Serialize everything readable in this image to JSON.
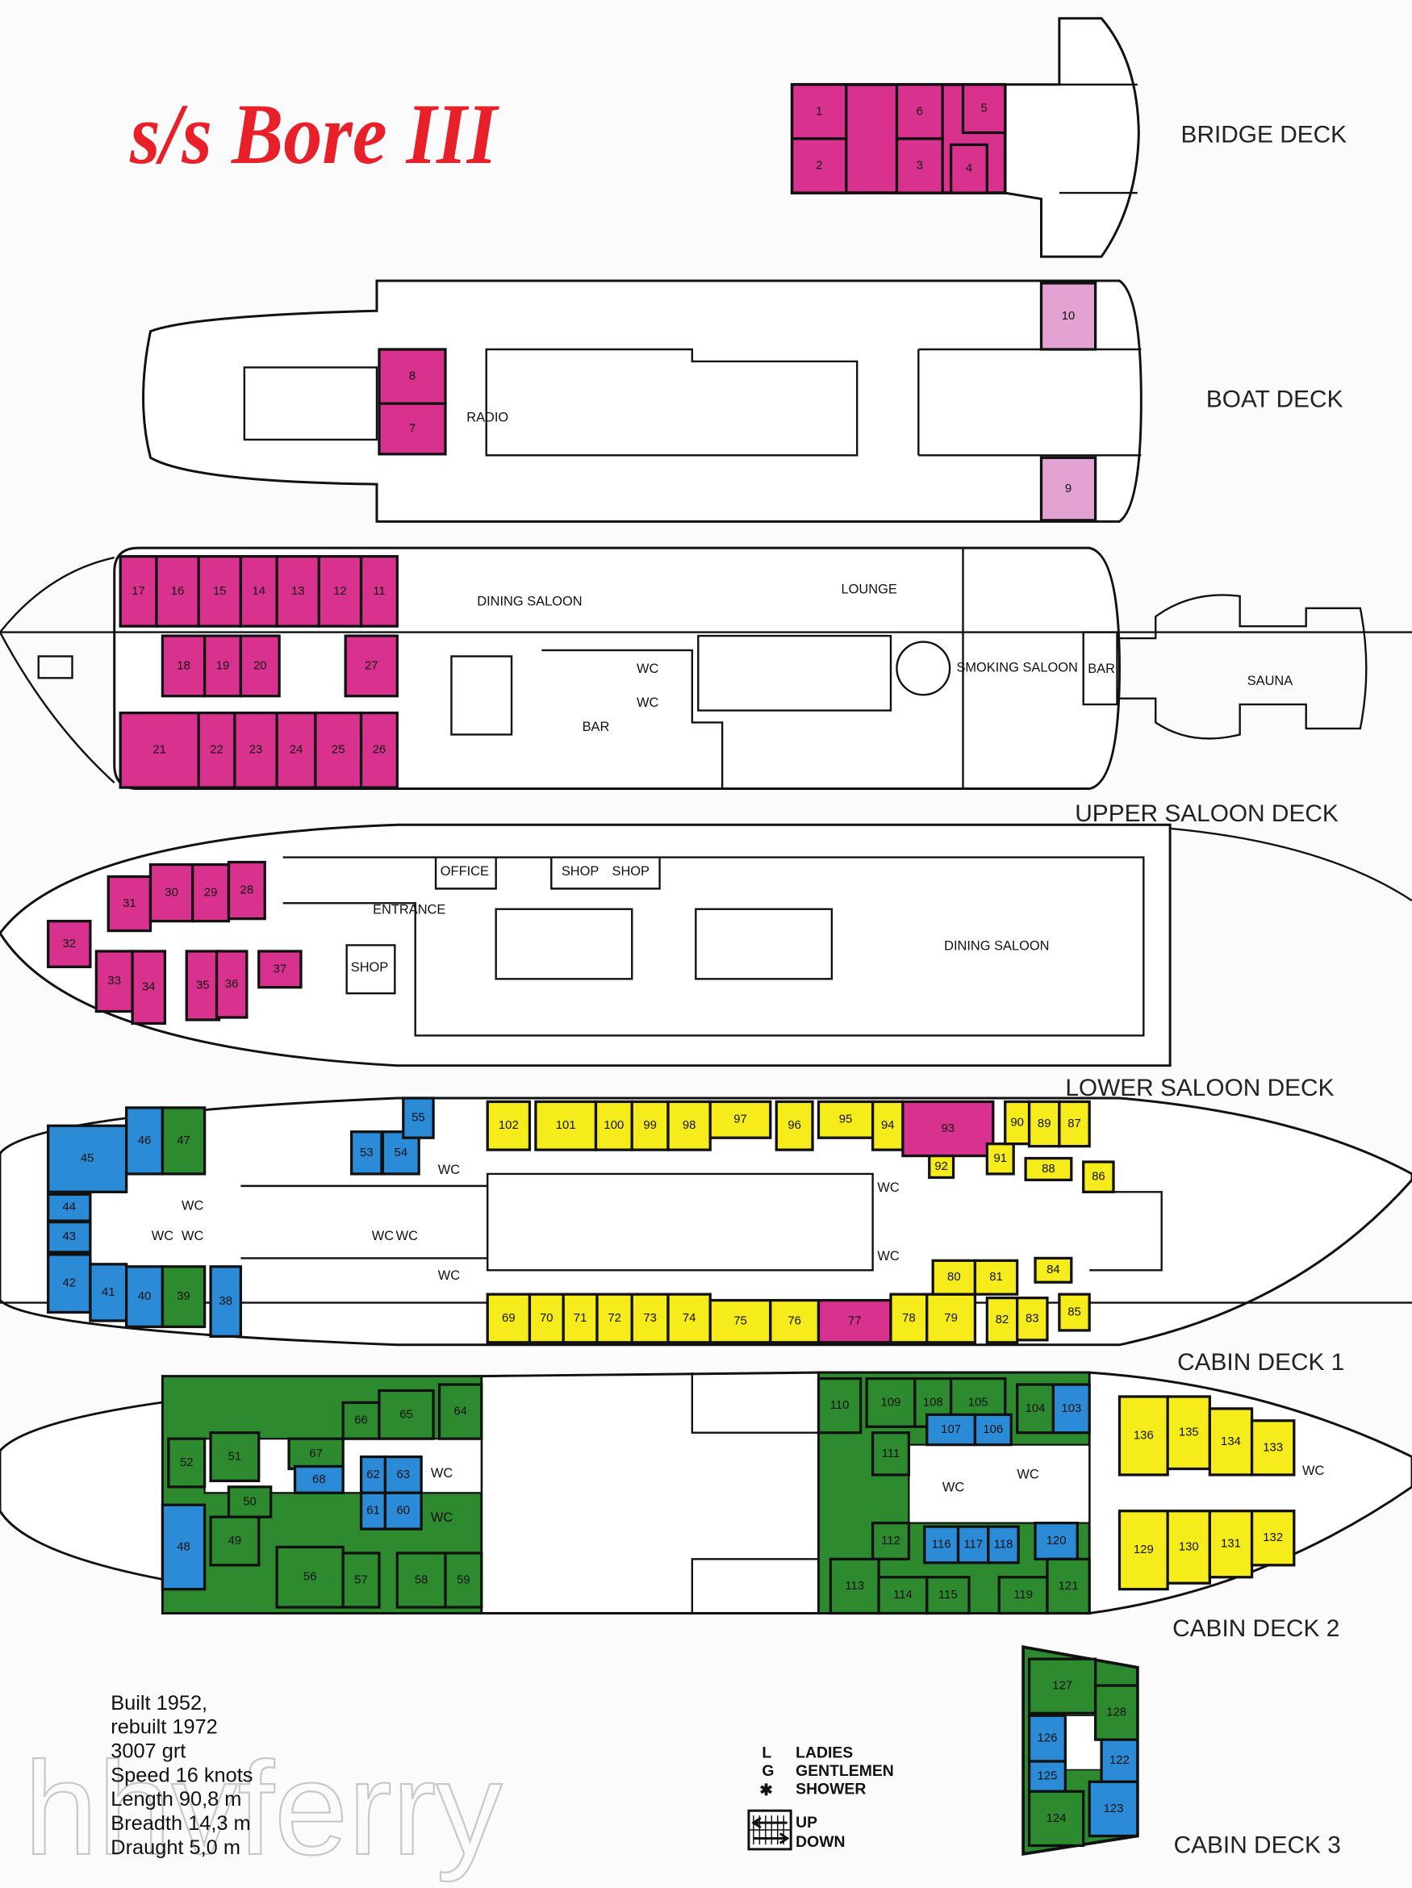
{
  "title": "s/s Bore III",
  "watermark": "hhvferry",
  "colors": {
    "magenta": "#d8318e",
    "yellow": "#f6ec1c",
    "blue": "#2b8bd6",
    "green": "#2d8a2f",
    "pink": "#e2a2d2",
    "title": "#e8202a"
  },
  "decks": [
    {
      "name": "BRIDGE DECK",
      "rooms": [],
      "cabins": [
        {
          "no": "1",
          "c": "magenta"
        },
        {
          "no": "2",
          "c": "magenta"
        },
        {
          "no": "6",
          "c": "magenta"
        },
        {
          "no": "3",
          "c": "magenta"
        },
        {
          "no": "5",
          "c": "magenta"
        },
        {
          "no": "4",
          "c": "magenta"
        }
      ]
    },
    {
      "name": "BOAT DECK",
      "rooms": [
        "RADIO"
      ],
      "cabins": [
        {
          "no": "8",
          "c": "magenta"
        },
        {
          "no": "7",
          "c": "magenta"
        },
        {
          "no": "10",
          "c": "pink"
        },
        {
          "no": "9",
          "c": "pink"
        }
      ]
    },
    {
      "name": "UPPER SALOON DECK",
      "rooms": [
        "DINING SALOON",
        "LOUNGE",
        "SMOKING SALOON",
        "BAR",
        "SAUNA",
        "WC",
        "WC",
        "BAR"
      ],
      "cabins": [
        {
          "no": "17",
          "c": "magenta"
        },
        {
          "no": "16",
          "c": "magenta"
        },
        {
          "no": "15",
          "c": "magenta"
        },
        {
          "no": "14",
          "c": "magenta"
        },
        {
          "no": "13",
          "c": "magenta"
        },
        {
          "no": "12",
          "c": "magenta"
        },
        {
          "no": "11",
          "c": "magenta"
        },
        {
          "no": "18",
          "c": "magenta"
        },
        {
          "no": "19",
          "c": "magenta"
        },
        {
          "no": "20",
          "c": "magenta"
        },
        {
          "no": "27",
          "c": "magenta"
        },
        {
          "no": "21",
          "c": "magenta"
        },
        {
          "no": "22",
          "c": "magenta"
        },
        {
          "no": "23",
          "c": "magenta"
        },
        {
          "no": "24",
          "c": "magenta"
        },
        {
          "no": "25",
          "c": "magenta"
        },
        {
          "no": "26",
          "c": "magenta"
        }
      ]
    },
    {
      "name": "LOWER SALOON DECK",
      "rooms": [
        "OFFICE",
        "SHOP",
        "SHOP",
        "ENTRANCE",
        "SHOP",
        "DINING SALOON"
      ],
      "cabins": [
        {
          "no": "31",
          "c": "magenta"
        },
        {
          "no": "30",
          "c": "magenta"
        },
        {
          "no": "29",
          "c": "magenta"
        },
        {
          "no": "28",
          "c": "magenta"
        },
        {
          "no": "32",
          "c": "magenta"
        },
        {
          "no": "33",
          "c": "magenta"
        },
        {
          "no": "34",
          "c": "magenta"
        },
        {
          "no": "35",
          "c": "magenta"
        },
        {
          "no": "36",
          "c": "magenta"
        },
        {
          "no": "37",
          "c": "magenta"
        }
      ]
    },
    {
      "name": "CABIN DECK 1",
      "rooms": [
        "WC",
        "WC",
        "WC",
        "WC",
        "WC",
        "WC",
        "WC",
        "WC",
        "WC"
      ],
      "cabins": [
        {
          "no": "45",
          "c": "blue"
        },
        {
          "no": "44",
          "c": "blue"
        },
        {
          "no": "43",
          "c": "blue"
        },
        {
          "no": "42",
          "c": "blue"
        },
        {
          "no": "41",
          "c": "blue"
        },
        {
          "no": "40",
          "c": "blue"
        },
        {
          "no": "46",
          "c": "blue"
        },
        {
          "no": "47",
          "c": "green"
        },
        {
          "no": "39",
          "c": "green"
        },
        {
          "no": "38",
          "c": "blue"
        },
        {
          "no": "53",
          "c": "blue"
        },
        {
          "no": "54",
          "c": "blue"
        },
        {
          "no": "55",
          "c": "blue"
        },
        {
          "no": "102",
          "c": "yellow"
        },
        {
          "no": "101",
          "c": "yellow"
        },
        {
          "no": "100",
          "c": "yellow"
        },
        {
          "no": "99",
          "c": "yellow"
        },
        {
          "no": "98",
          "c": "yellow"
        },
        {
          "no": "97",
          "c": "yellow"
        },
        {
          "no": "96",
          "c": "yellow"
        },
        {
          "no": "95",
          "c": "yellow"
        },
        {
          "no": "94",
          "c": "yellow"
        },
        {
          "no": "93",
          "c": "magenta"
        },
        {
          "no": "92",
          "c": "yellow"
        },
        {
          "no": "91",
          "c": "yellow"
        },
        {
          "no": "90",
          "c": "yellow"
        },
        {
          "no": "89",
          "c": "yellow"
        },
        {
          "no": "87",
          "c": "yellow"
        },
        {
          "no": "88",
          "c": "yellow"
        },
        {
          "no": "86",
          "c": "yellow"
        },
        {
          "no": "69",
          "c": "yellow"
        },
        {
          "no": "70",
          "c": "yellow"
        },
        {
          "no": "71",
          "c": "yellow"
        },
        {
          "no": "72",
          "c": "yellow"
        },
        {
          "no": "73",
          "c": "yellow"
        },
        {
          "no": "74",
          "c": "yellow"
        },
        {
          "no": "75",
          "c": "yellow"
        },
        {
          "no": "76",
          "c": "yellow"
        },
        {
          "no": "77",
          "c": "magenta"
        },
        {
          "no": "78",
          "c": "yellow"
        },
        {
          "no": "79",
          "c": "yellow"
        },
        {
          "no": "80",
          "c": "yellow"
        },
        {
          "no": "81",
          "c": "yellow"
        },
        {
          "no": "82",
          "c": "yellow"
        },
        {
          "no": "83",
          "c": "yellow"
        },
        {
          "no": "84",
          "c": "yellow"
        },
        {
          "no": "85",
          "c": "yellow"
        }
      ]
    },
    {
      "name": "CABIN DECK 2",
      "rooms": [
        "WC",
        "WC",
        "WC",
        "WC",
        "WC"
      ],
      "cabins": [
        {
          "no": "52",
          "c": "green"
        },
        {
          "no": "51",
          "c": "green"
        },
        {
          "no": "50",
          "c": "green"
        },
        {
          "no": "49",
          "c": "green"
        },
        {
          "no": "48",
          "c": "blue"
        },
        {
          "no": "56",
          "c": "green"
        },
        {
          "no": "67",
          "c": "green"
        },
        {
          "no": "66",
          "c": "green"
        },
        {
          "no": "65",
          "c": "green"
        },
        {
          "no": "64",
          "c": "green"
        },
        {
          "no": "68",
          "c": "blue"
        },
        {
          "no": "62",
          "c": "blue"
        },
        {
          "no": "63",
          "c": "blue"
        },
        {
          "no": "61",
          "c": "blue"
        },
        {
          "no": "60",
          "c": "blue"
        },
        {
          "no": "57",
          "c": "green"
        },
        {
          "no": "58",
          "c": "green"
        },
        {
          "no": "59",
          "c": "green"
        },
        {
          "no": "110",
          "c": "green"
        },
        {
          "no": "109",
          "c": "green"
        },
        {
          "no": "108",
          "c": "green"
        },
        {
          "no": "105",
          "c": "green"
        },
        {
          "no": "104",
          "c": "green"
        },
        {
          "no": "103",
          "c": "blue"
        },
        {
          "no": "107",
          "c": "blue"
        },
        {
          "no": "106",
          "c": "blue"
        },
        {
          "no": "111",
          "c": "green"
        },
        {
          "no": "112",
          "c": "green"
        },
        {
          "no": "113",
          "c": "green"
        },
        {
          "no": "114",
          "c": "green"
        },
        {
          "no": "115",
          "c": "green"
        },
        {
          "no": "116",
          "c": "blue"
        },
        {
          "no": "117",
          "c": "blue"
        },
        {
          "no": "118",
          "c": "blue"
        },
        {
          "no": "119",
          "c": "green"
        },
        {
          "no": "120",
          "c": "blue"
        },
        {
          "no": "121",
          "c": "green"
        },
        {
          "no": "136",
          "c": "yellow"
        },
        {
          "no": "135",
          "c": "yellow"
        },
        {
          "no": "134",
          "c": "yellow"
        },
        {
          "no": "133",
          "c": "yellow"
        },
        {
          "no": "129",
          "c": "yellow"
        },
        {
          "no": "130",
          "c": "yellow"
        },
        {
          "no": "131",
          "c": "yellow"
        },
        {
          "no": "132",
          "c": "yellow"
        }
      ]
    },
    {
      "name": "CABIN DECK 3",
      "rooms": [],
      "cabins": [
        {
          "no": "127",
          "c": "green"
        },
        {
          "no": "128",
          "c": "green"
        },
        {
          "no": "126",
          "c": "blue"
        },
        {
          "no": "125",
          "c": "blue"
        },
        {
          "no": "122",
          "c": "blue"
        },
        {
          "no": "124",
          "c": "green"
        },
        {
          "no": "123",
          "c": "blue"
        }
      ]
    }
  ],
  "info": [
    "Built 1952,",
    "rebuilt 1972",
    "3007 grt",
    "Speed 16 knots",
    "Length 90,8 m",
    "Breadth 14,3 m",
    "Draught 5,0 m"
  ],
  "legend": [
    {
      "symbol": "L",
      "label": "LADIES"
    },
    {
      "symbol": "G",
      "label": "GENTLEMEN"
    },
    {
      "symbol": "✱",
      "label": "SHOWER"
    }
  ],
  "stairs_legend": {
    "up": "UP",
    "down": "DOWN"
  }
}
